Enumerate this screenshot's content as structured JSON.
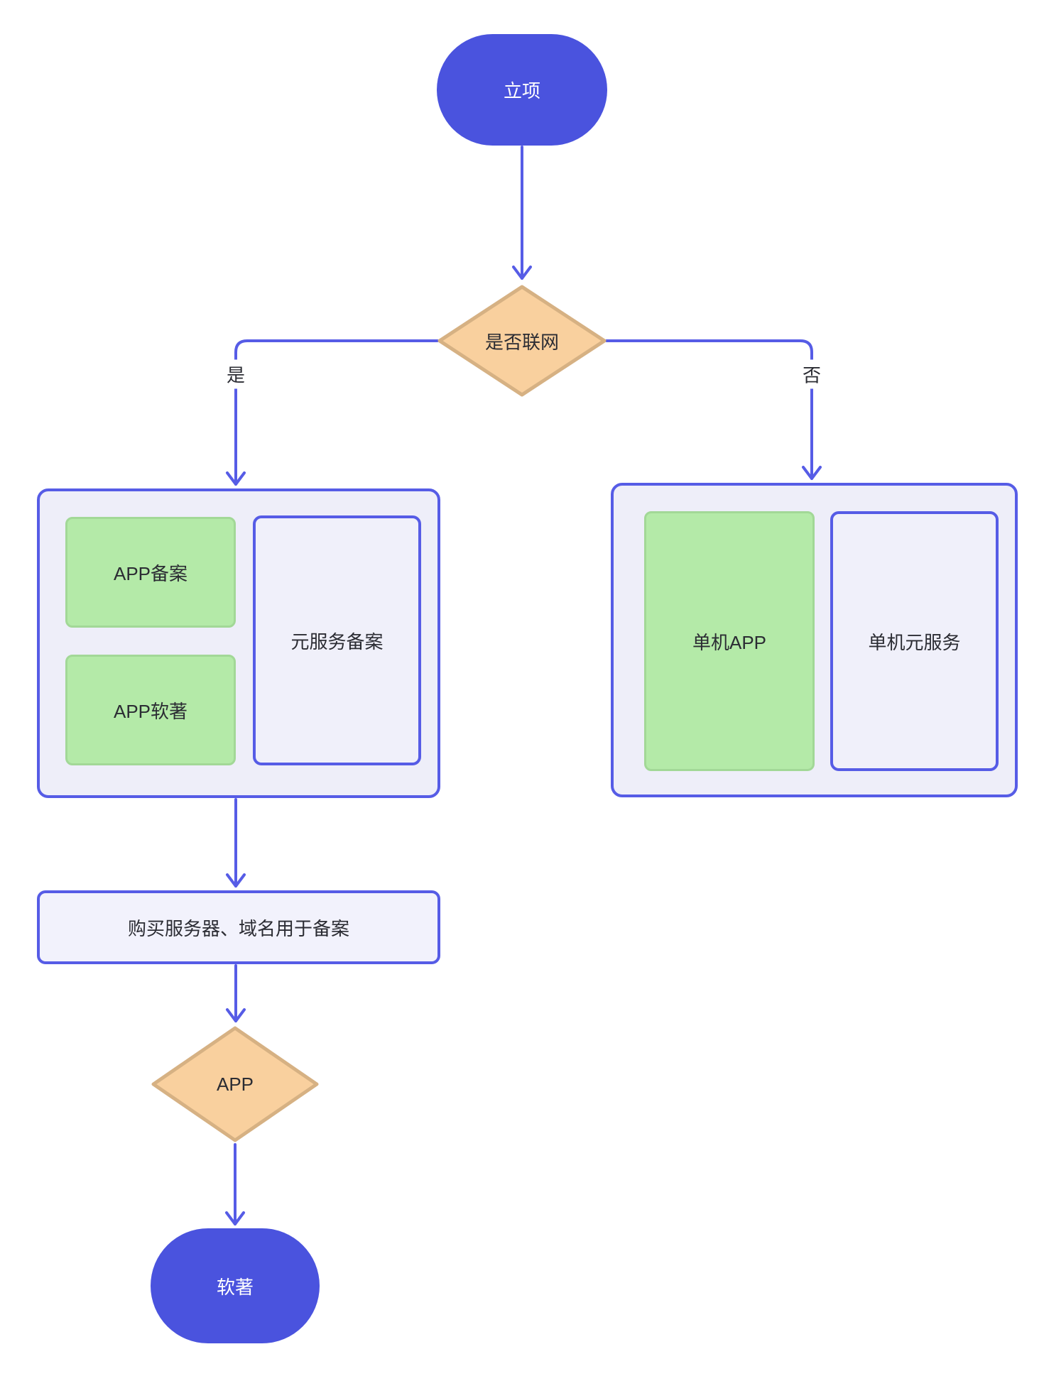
{
  "palette": {
    "node_blue": "#4A53DE",
    "line_blue": "#565CE6",
    "container_fill": "#EEEEF9",
    "box_fill": "#F0F0FA",
    "process_fill": "#F2F2FC",
    "green_fill": "#B4EAA8",
    "green_border": "#A2D897",
    "diamond_fill": "#F9D09E",
    "diamond_border": "#D6B183",
    "text_dark": "#2B2C33",
    "text_light": "#FFFFFF"
  },
  "nodes": {
    "start": {
      "label": "立项",
      "type": "terminal"
    },
    "decision_network": {
      "label": "是否联网",
      "type": "decision"
    },
    "branch_yes": {
      "label": "是"
    },
    "branch_no": {
      "label": "否"
    },
    "online_group": {
      "app_filing": {
        "label": "APP备案"
      },
      "app_copyright": {
        "label": "APP软著"
      },
      "atomic_service_filing": {
        "label": "元服务备案"
      }
    },
    "offline_group": {
      "standalone_app": {
        "label": "单机APP"
      },
      "standalone_atomic_service": {
        "label": "单机元服务"
      }
    },
    "buy_server": {
      "label": "购买服务器、域名用于备案",
      "type": "process"
    },
    "decision_app": {
      "label": "APP",
      "type": "decision"
    },
    "end": {
      "label": "软著",
      "type": "terminal"
    }
  }
}
